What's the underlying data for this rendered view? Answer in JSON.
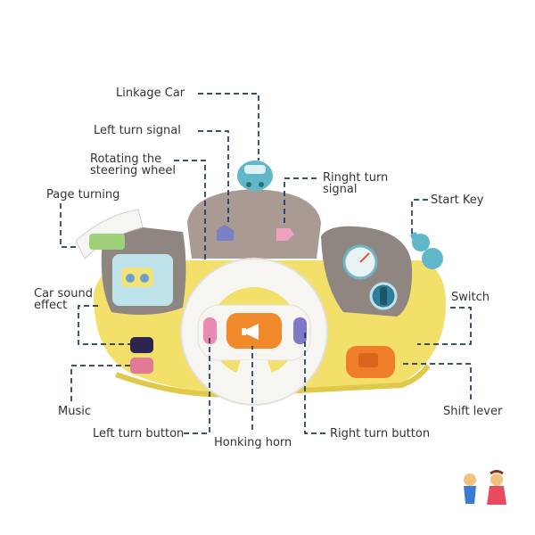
{
  "labels": {
    "linkage_car": "Linkage Car",
    "left_turn_signal": "Left turn signal",
    "rotating_line1": "Rotating the",
    "rotating_line2": "steering wheel",
    "page_turning": "Page turning",
    "right_signal_line1": "Ringht turn",
    "right_signal_line2": "signal",
    "start_key": "Start Key",
    "car_sound_line1": "Car sound",
    "car_sound_line2": "effect",
    "switch": "Switch",
    "music": "Music",
    "shift_lever": "Shift lever",
    "left_turn_button": "Left turn button",
    "honking_horn": "Honking horn",
    "right_turn_button": "Right turn button"
  },
  "colors": {
    "leader_line": "#1f3b57",
    "toy_body": "#f3e06a",
    "console": "#a99a94",
    "wheel": "#f7f5f2",
    "horn_button": "#f08a2b",
    "key": "#5fb7c8",
    "shift_lever": "#f07d2a"
  }
}
